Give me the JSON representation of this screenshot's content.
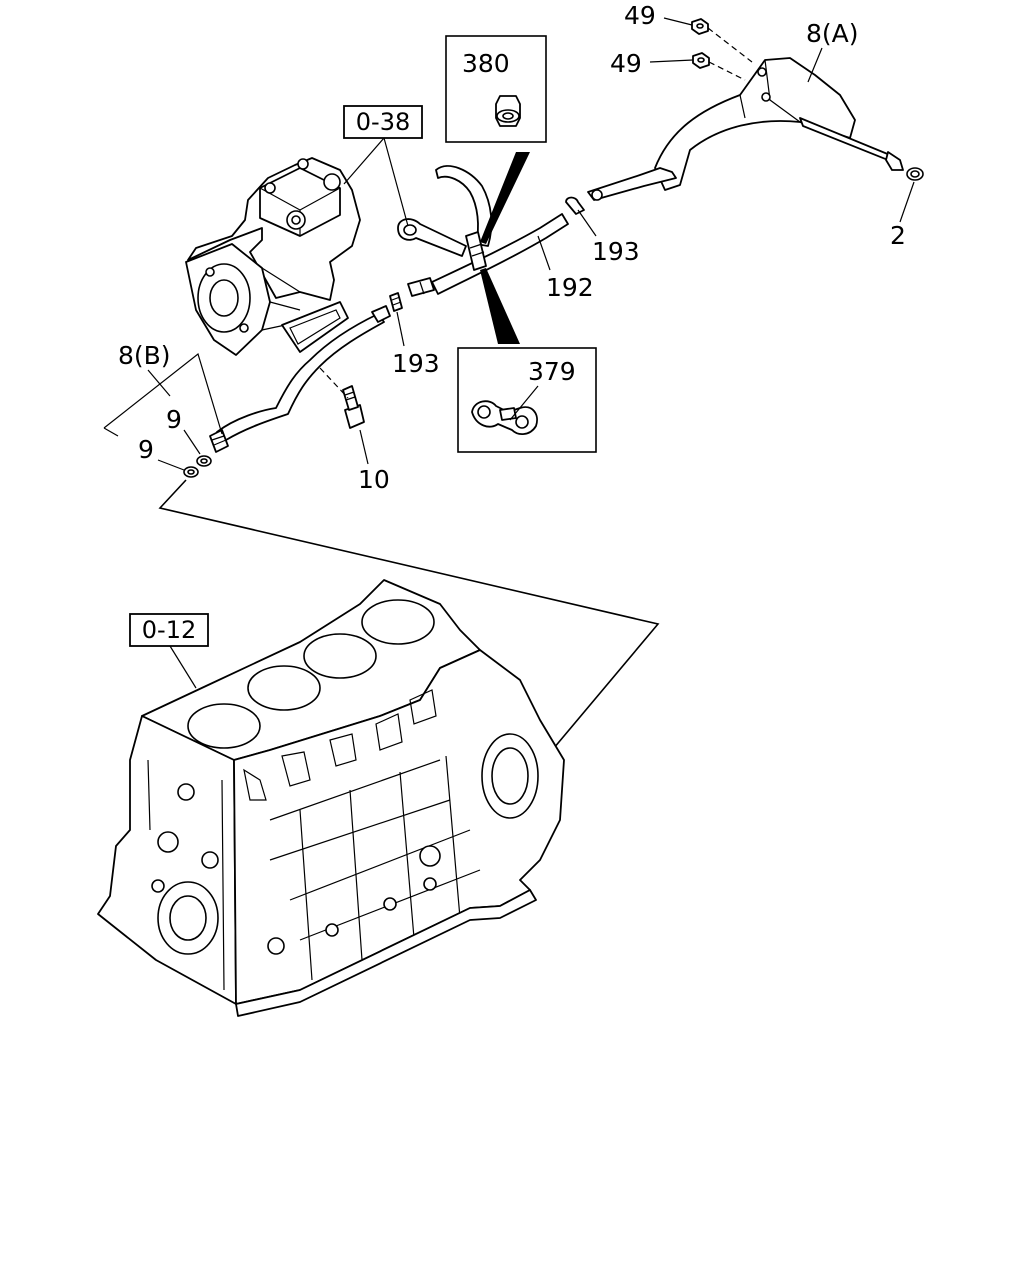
{
  "diagram": {
    "callouts": {
      "nut_49_upper": "49",
      "nut_49_lower": "49",
      "pipe_8a": "8(A)",
      "washer_2": "2",
      "bushing_380": "380",
      "ref_0_38": "0-38",
      "hose_192": "192",
      "clip_193_right": "193",
      "clip_193_left": "193",
      "clamp_379": "379",
      "pipe_8b": "8(B)",
      "washer_9_upper": "9",
      "washer_9_lower": "9",
      "bolt_10": "10",
      "ref_0_12": "0-12"
    }
  }
}
